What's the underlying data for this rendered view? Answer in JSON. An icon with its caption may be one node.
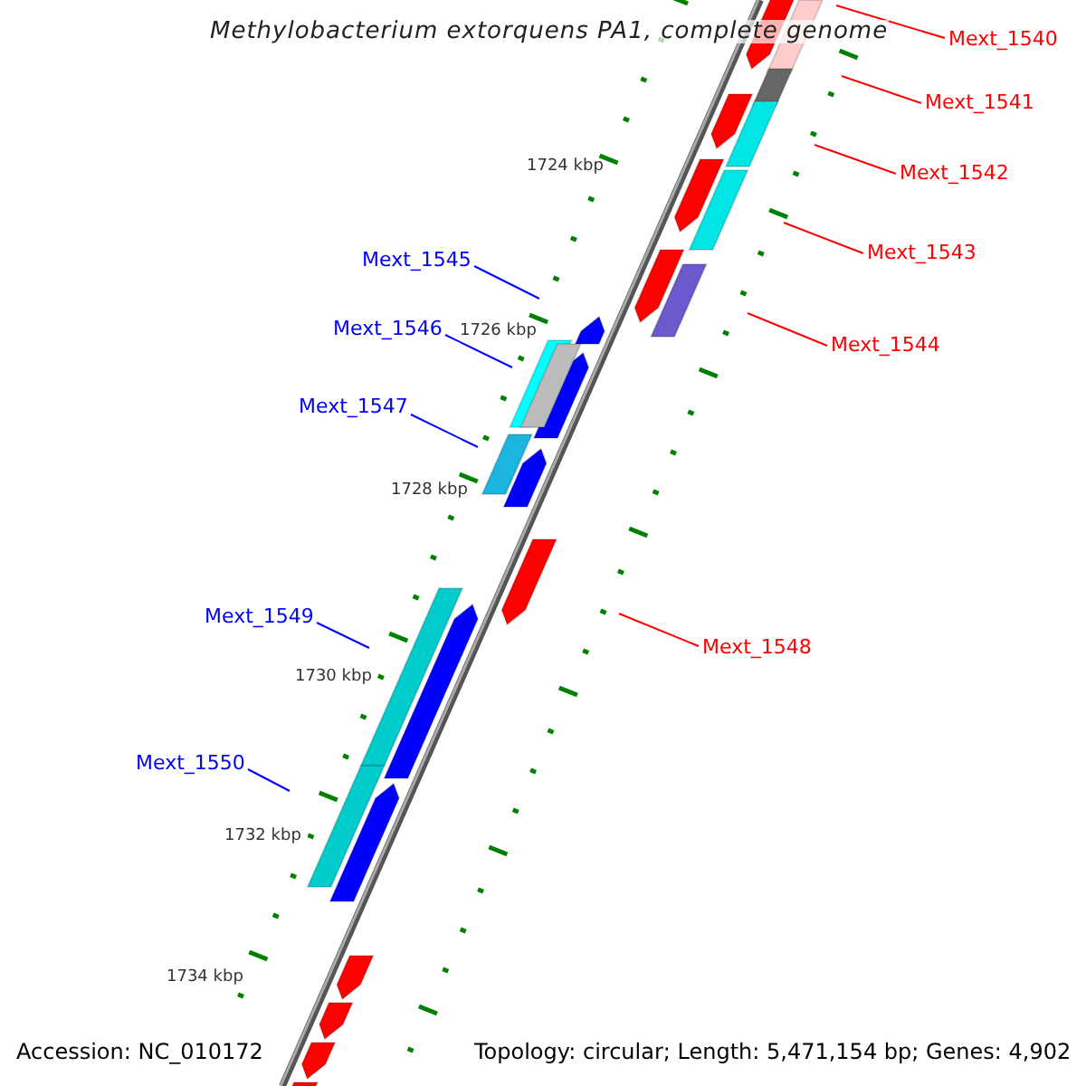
{
  "diagram": {
    "title": "Methylobacterium extorquens PA1, complete genome",
    "nodes": [
      {
        "text": [
          "Mext_1540"
        ]
      },
      {
        "text": [
          "Mext_1541"
        ]
      },
      {
        "text": [
          "Mext_1542"
        ]
      },
      {
        "text": [
          "Mext_1543"
        ]
      },
      {
        "text": [
          "Mext_1545"
        ]
      },
      {
        "text": [
          "Mext_1544"
        ]
      },
      {
        "text": [
          "Mext_1546"
        ]
      },
      {
        "text": [
          "Mext_1547"
        ]
      },
      {
        "text": [
          "Mext_1549"
        ]
      },
      {
        "text": [
          "Mext_1548"
        ]
      },
      {
        "text": [
          "Mext_1550"
        ]
      }
    ],
    "edges": [
      {
        "from": 0,
        "to": null,
        "arrow": "none"
      },
      {
        "from": 1,
        "to": null,
        "arrow": "none"
      },
      {
        "from": 2,
        "to": null,
        "arrow": "none"
      },
      {
        "from": 3,
        "to": null,
        "arrow": "none"
      },
      {
        "from": 4,
        "to": null,
        "arrow": "none",
        "color": "#0000ff"
      },
      {
        "from": 5,
        "to": null,
        "arrow": "none"
      },
      {
        "from": 6,
        "to": null,
        "arrow": "none",
        "color": "#0000ff"
      },
      {
        "from": 7,
        "to": null,
        "arrow": "none",
        "color": "#0000ff"
      },
      {
        "from": 8,
        "to": null,
        "arrow": "none",
        "color": "#0000ff"
      },
      {
        "from": 9,
        "to": null,
        "arrow": "none"
      },
      {
        "from": 10,
        "to": null,
        "arrow": "none",
        "color": "#0000ff"
      }
    ],
    "labels": [
      "1724 kbp",
      "1726 kbp",
      "1728 kbp",
      "1730 kbp",
      "1732 kbp",
      "1734 kbp",
      "Accession: NC_010172",
      "Topology: circular; Length: 5,471,154 bp; Genes: 4,902"
    ]
  }
}
